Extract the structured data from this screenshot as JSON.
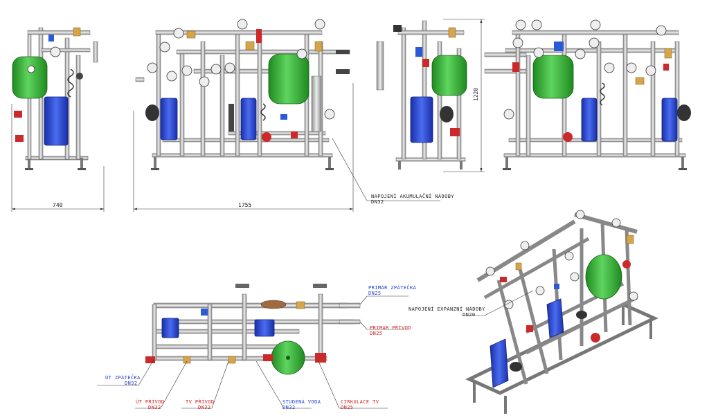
{
  "dimensions": {
    "width_side": "740",
    "width_front": "1755",
    "height": "1220"
  },
  "labels": {
    "akumulacni": {
      "line1": "NAPOJENÍ AKUMULAČNÍ NÁDOBY",
      "line2": "DN32"
    },
    "primar_zpatecka": {
      "line1": "PRIMÁR ZPÁTEČKA",
      "line2": "DN25"
    },
    "primar_privod": {
      "line1": "PRIMÁR PŘÍVOD",
      "line2": "DN25"
    },
    "expanzni": {
      "line1": "NAPOJENÍ EXPANZNÍ NÁDOBY",
      "line2": "DN20"
    },
    "ut_zpatecka": {
      "line1": "ÚT ZPÁTEČKA",
      "line2": "DN32"
    },
    "ut_privod": {
      "line1": "ÚT PŘÍVOD",
      "line2": "DN32"
    },
    "tv_privod": {
      "line1": "TV PŘÍVOD",
      "line2": "DN32"
    },
    "studena_voda": {
      "line1": "STUDENÁ VODA",
      "line2": "DN32"
    },
    "cirkulace_tv": {
      "line1": "CIRKULACE TV",
      "line2": "DN25"
    }
  },
  "colors": {
    "tank": "#3dbb3d",
    "exchanger": "#2f4fd8",
    "valve_red": "#cc2a2a",
    "pipe": "#c8c8c8",
    "frame": "#8f8f8f",
    "label_blue": "#1f3fd6",
    "label_red": "#d42020"
  }
}
